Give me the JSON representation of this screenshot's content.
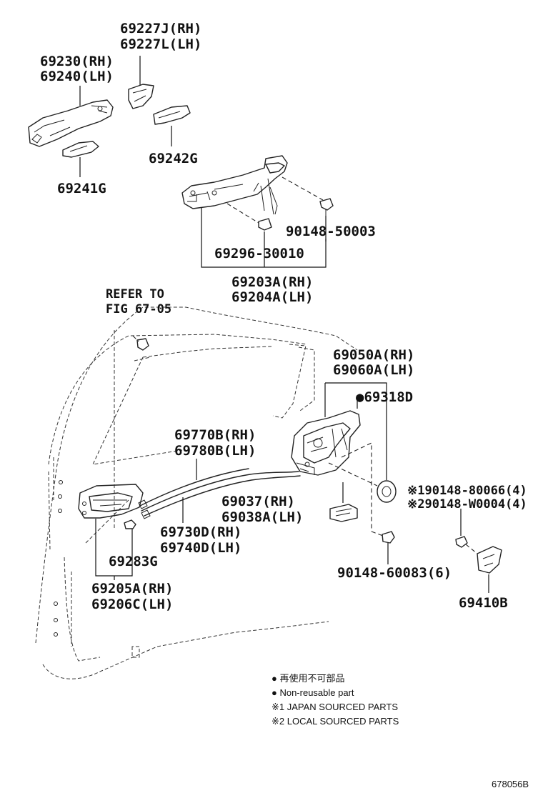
{
  "labels": {
    "p69227": [
      "69227J(RH)",
      "69227L(LH)"
    ],
    "p69230": [
      "69230(RH)",
      "69240(LH)"
    ],
    "p69242": "69242G",
    "p69241": "69241G",
    "p90148_50003": "90148-50003",
    "p69296": "69296-30010",
    "p69203": [
      "69203A(RH)",
      "69204A(LH)"
    ],
    "refer": [
      "REFER TO",
      "FIG 67-05"
    ],
    "p69050": [
      "69050A(RH)",
      "69060A(LH)"
    ],
    "p69318": "●69318D",
    "p69770": [
      "69770B(RH)",
      "69780B(LH)"
    ],
    "p90148_80066": [
      "※190148-80066(4)",
      "※290148-W0004(4)"
    ],
    "p69037": [
      "69037(RH)",
      "69038A(LH)"
    ],
    "p69730": [
      "69730D(RH)",
      "69740D(LH)"
    ],
    "p69283": "69283G",
    "p90148_60083": "90148-60083(6)",
    "p69205": [
      "69205A(RH)",
      "69206C(LH)"
    ],
    "p69410": "69410B"
  },
  "legend": {
    "jp": "● 再使用不可部品",
    "en": "● Non-reusable part",
    "s1": "※1 JAPAN SOURCED PARTS",
    "s2": "※2 LOCAL SOURCED PARTS"
  },
  "figure_id": "678056B"
}
